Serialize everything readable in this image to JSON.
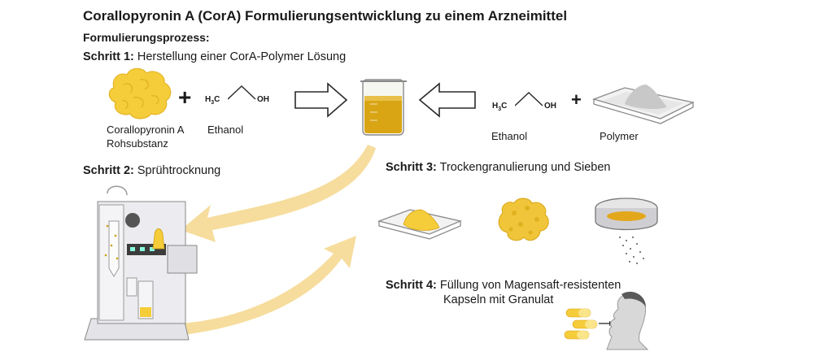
{
  "title": "Corallopyronin A (CorA) Formulierungsentwicklung zu einem Arzneimittel",
  "subtitle": "Formulierungsprozess:",
  "steps": [
    {
      "prefix": "Schritt 1:",
      "text": "Herstellung einer CorA-Polymer Lösung"
    },
    {
      "prefix": "Schritt 2:",
      "text": "Sprühtrocknung"
    },
    {
      "prefix": "Schritt 3:",
      "text": "Trockengranulierung und Sieben"
    },
    {
      "prefix": "Schritt 4:",
      "text": "Füllung von Magensaft-resistenten",
      "text2": "Kapseln mit Granulat"
    }
  ],
  "labels": {
    "cora_line1": "Corallopyronin A",
    "cora_line2": "Rohsubstanz",
    "ethanol_left": "Ethanol",
    "ethanol_right": "Ethanol",
    "polymer": "Polymer"
  },
  "chem": {
    "h3c": "H",
    "sub3": "3",
    "c": "C",
    "oh": "OH"
  },
  "symbols": {
    "plus": "+"
  },
  "colors": {
    "yellow": "#f5cc3a",
    "yellow_dark": "#d9a514",
    "arrow_fill": "#f6dd9d",
    "outline": "#2a2a2a",
    "liquid": "#d9a514",
    "grey": "#c8c8c8"
  }
}
